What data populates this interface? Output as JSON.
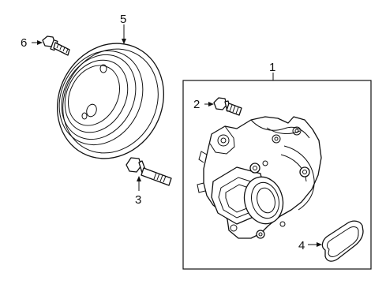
{
  "callouts": [
    {
      "id": "1",
      "text": "1"
    },
    {
      "id": "2",
      "text": "2"
    },
    {
      "id": "3",
      "text": "3"
    },
    {
      "id": "4",
      "text": "4"
    },
    {
      "id": "5",
      "text": "5"
    },
    {
      "id": "6",
      "text": "6"
    }
  ],
  "parts": {
    "1": "water-pump-assembly",
    "2": "pump-bolt",
    "3": "pulley-bolt",
    "4": "gasket",
    "5": "pulley",
    "6": "bolt"
  }
}
